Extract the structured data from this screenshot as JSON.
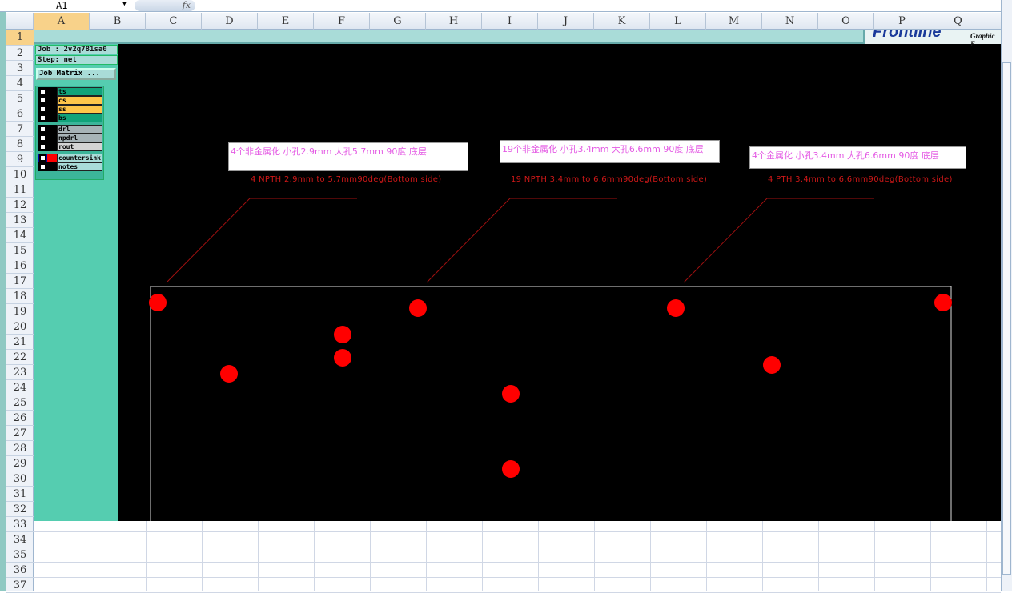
{
  "formula_bar": {
    "name_box": "A1",
    "fx_label": "fx"
  },
  "columns": [
    "A",
    "B",
    "C",
    "D",
    "E",
    "F",
    "G",
    "H",
    "I",
    "J",
    "K",
    "L",
    "M",
    "N",
    "O",
    "P",
    "Q"
  ],
  "rows": [
    "1",
    "2",
    "3",
    "4",
    "5",
    "6",
    "7",
    "8",
    "9",
    "10",
    "11",
    "12",
    "13",
    "14",
    "15",
    "16",
    "17",
    "18",
    "19",
    "20",
    "21",
    "22",
    "23",
    "24",
    "25",
    "26",
    "27",
    "28",
    "29",
    "30",
    "31",
    "32",
    "33",
    "34",
    "35",
    "36",
    "37"
  ],
  "app": {
    "logo_text": "Frontline",
    "logo_sub": "Graphic E",
    "job": "Job : 2v2q781sa0",
    "step": "Step: net",
    "job_matrix": "Job Matrix ...",
    "layers": [
      {
        "name": "ts",
        "color": "#11a37a"
      },
      {
        "name": "cs",
        "color": "#ffc64a"
      },
      {
        "name": "ss",
        "color": "#ffc64a"
      },
      {
        "name": "bs",
        "color": "#11a37a"
      },
      {
        "name": "drl",
        "color": "#a7b3b7"
      },
      {
        "name": "npdrl",
        "color": "#a7b3b7"
      },
      {
        "name": "rout",
        "color": "#d4d4d4"
      },
      {
        "name": "countersink",
        "color": "#a9dcd8",
        "active": true
      },
      {
        "name": "notes",
        "color": "#a9dcd8"
      }
    ],
    "notes": [
      {
        "cn": "4个非金属化 小孔2.9mm  大孔5.7mm 90度 底层",
        "en": "4 NPTH 2.9mm to 5.7mm90deg(Bottom side)"
      },
      {
        "cn": "19个非金属化 小孔3.4mm  大孔6.6mm 90度 底层",
        "en": "19 NPTH 3.4mm to 6.6mm90deg(Bottom side)"
      },
      {
        "cn": "4个金属化 小孔3.4mm  大孔6.6mm 90度 底层",
        "en": "4 PTH 3.4mm to 6.6mm90deg(Bottom side)"
      }
    ],
    "hole_color": "#ff0000"
  }
}
